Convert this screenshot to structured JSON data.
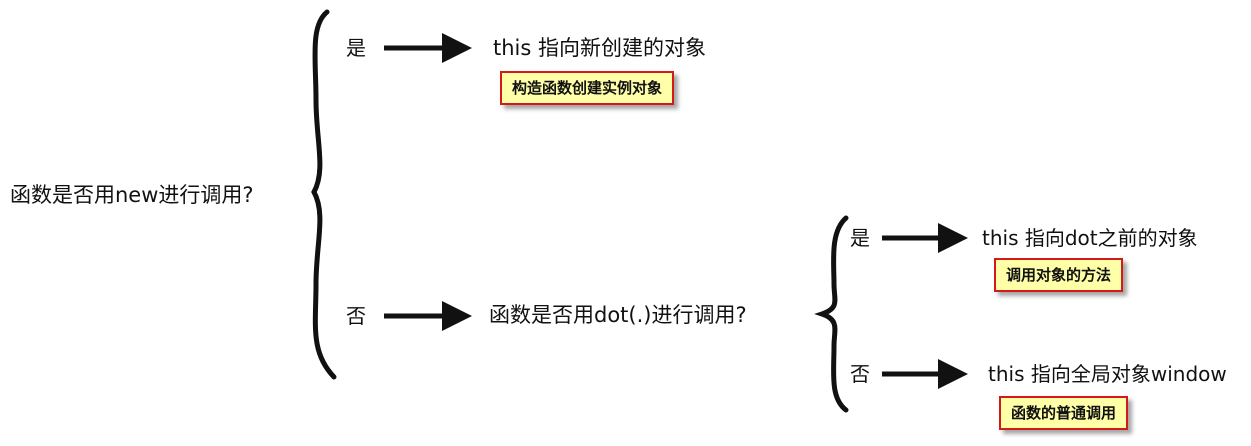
{
  "root": {
    "question": "函数是否用new进行调用?"
  },
  "branch_yes": {
    "label": "是",
    "result": "this 指向新创建的对象",
    "note": "构造函数创建实例对象"
  },
  "branch_no": {
    "label": "否",
    "question": "函数是否用dot(.)进行调用?",
    "sub_yes": {
      "label": "是",
      "result": "this 指向dot之前的对象",
      "note": "调用对象的方法"
    },
    "sub_no": {
      "label": "否",
      "result": "this 指向全局对象window",
      "note": "函数的普通调用"
    }
  }
}
